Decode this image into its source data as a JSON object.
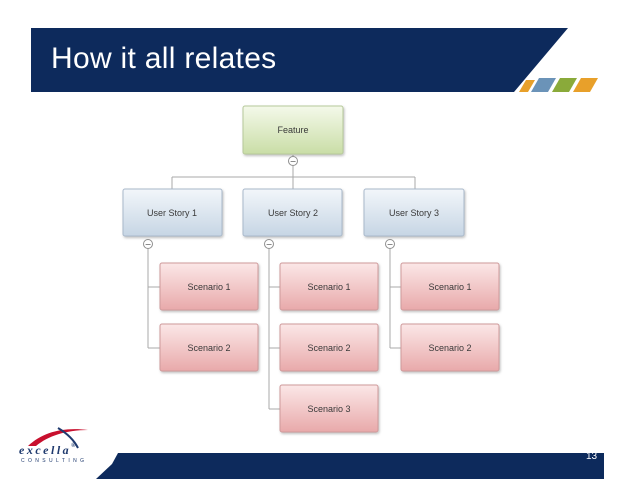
{
  "slide": {
    "title": "How it all relates",
    "page_number": "13"
  },
  "diagram": {
    "root": "Feature",
    "stories": [
      {
        "label": "User Story 1",
        "scenarios": [
          "Scenario 1",
          "Scenario 2"
        ]
      },
      {
        "label": "User Story 2",
        "scenarios": [
          "Scenario 1",
          "Scenario 2",
          "Scenario 3"
        ]
      },
      {
        "label": "User Story 3",
        "scenarios": [
          "Scenario 1",
          "Scenario 2"
        ]
      }
    ],
    "collapse_symbol": "−"
  },
  "logo": {
    "wordmark": "excella",
    "registered": "®",
    "subtext": "CONSULTING"
  },
  "colors": {
    "banner": "#0d2a5c",
    "stripe_orange": "#e8a02a",
    "stripe_blue": "#6b93b8",
    "stripe_green": "#8aaa3a",
    "feature_box": "#d8e8b8",
    "story_box": "#d4e0ec",
    "scenario_box": "#f1c3c3"
  }
}
